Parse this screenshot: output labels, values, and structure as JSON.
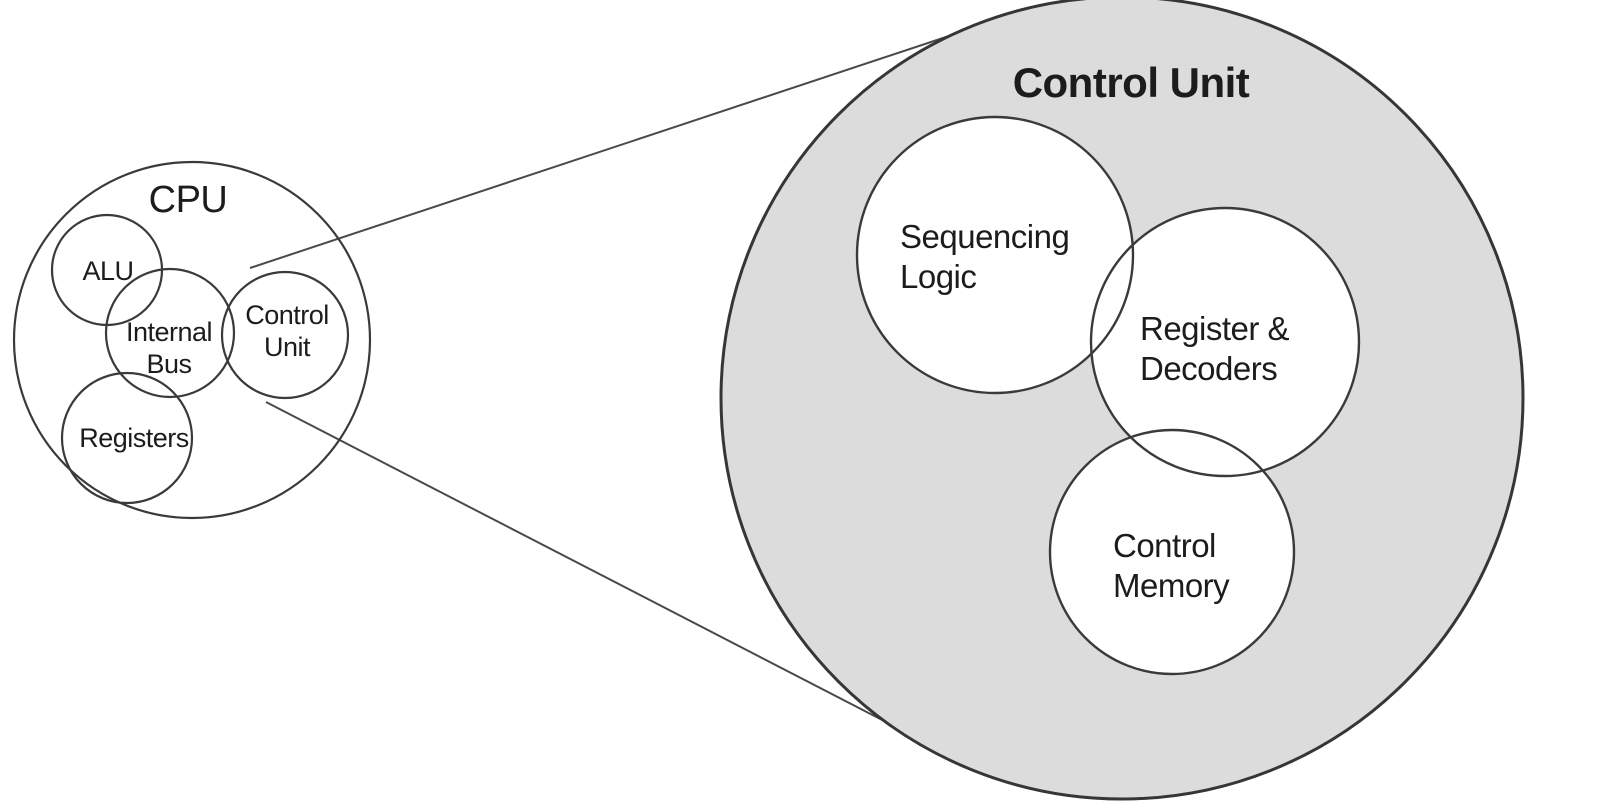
{
  "colors": {
    "background": "#ffffff",
    "control_unit_fill": "#dcdcdc",
    "outline": "#3a3a3a",
    "text": "#1c1c1c"
  },
  "cpu_overview": {
    "title": "CPU",
    "alu": "ALU",
    "internal_bus": {
      "line1": "Internal",
      "line2": "Bus"
    },
    "control_unit": {
      "line1": "Control",
      "line2": "Unit"
    },
    "registers": "Registers"
  },
  "control_unit_detail": {
    "title": "Control Unit",
    "sequencing_logic": {
      "line1": "Sequencing",
      "line2": "Logic"
    },
    "register_decoders": {
      "line1": "Register &",
      "line2": "Decoders"
    },
    "control_memory": {
      "line1": "Control",
      "line2": "Memory"
    }
  }
}
